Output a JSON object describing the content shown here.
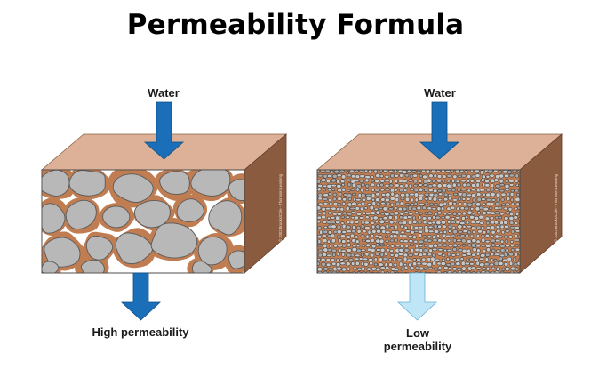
{
  "title": "Permeability Formula",
  "panels": [
    {
      "id": "high",
      "input_label": "Water",
      "output_label": "High permeability",
      "output_label_lines": [
        "High permeability"
      ],
      "grain_type": "coarse",
      "outflow_arrow_color": "#1a6fb8",
      "credit": "© 2002 Brooks/Cole - Thomson Learning"
    },
    {
      "id": "low",
      "input_label": "Water",
      "output_label": "Low permeability",
      "output_label_lines": [
        "Low",
        "permeability"
      ],
      "grain_type": "fine",
      "outflow_arrow_color": "#bfe6f7",
      "credit": "© 2002 Brooks/Cole - Thomson Learning"
    }
  ],
  "colors": {
    "block_top": "#dcb197",
    "block_side": "#8a5b3f",
    "clay_matrix": "#c07d52",
    "grain_fill": "#b8b8b8",
    "grain_stroke": "#5a5a5a",
    "pore_space": "#ffffff",
    "inflow_arrow": "#1a6fb8"
  }
}
